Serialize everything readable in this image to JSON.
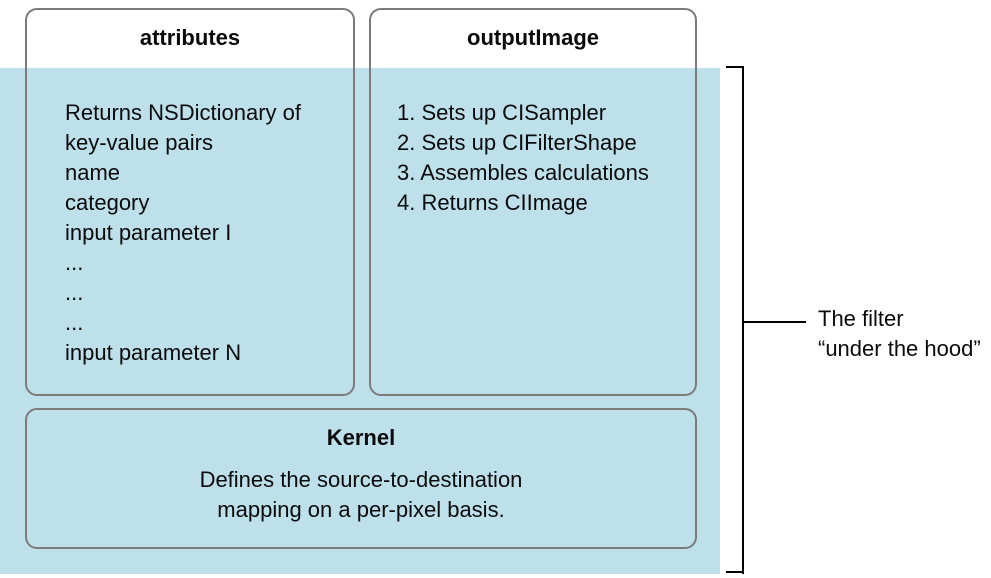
{
  "figure": {
    "attributes_box": {
      "title": "attributes",
      "lines": [
        "Returns NSDictionary of",
        "key-value pairs",
        "name",
        "category",
        "input parameter I",
        "...",
        "...",
        "...",
        "input parameter N"
      ]
    },
    "output_image_box": {
      "title": "outputImage",
      "lines": [
        "1. Sets up CISampler",
        "2. Sets up CIFilterShape",
        "3. Assembles calculations",
        "4. Returns CIImage"
      ]
    },
    "kernel_box": {
      "title": "Kernel",
      "lines": [
        "Defines the source-to-destination",
        "mapping on a per-pixel basis."
      ]
    },
    "bracket_label": {
      "lines": [
        "The filter",
        "“under the hood”"
      ]
    }
  },
  "colors": {
    "highlight_blue": "#bee0eb",
    "box_border_gray": "#7b7b7b",
    "bracket_black": "#000000",
    "text_black": "#0b0b0b",
    "page_white": "#ffffff"
  }
}
